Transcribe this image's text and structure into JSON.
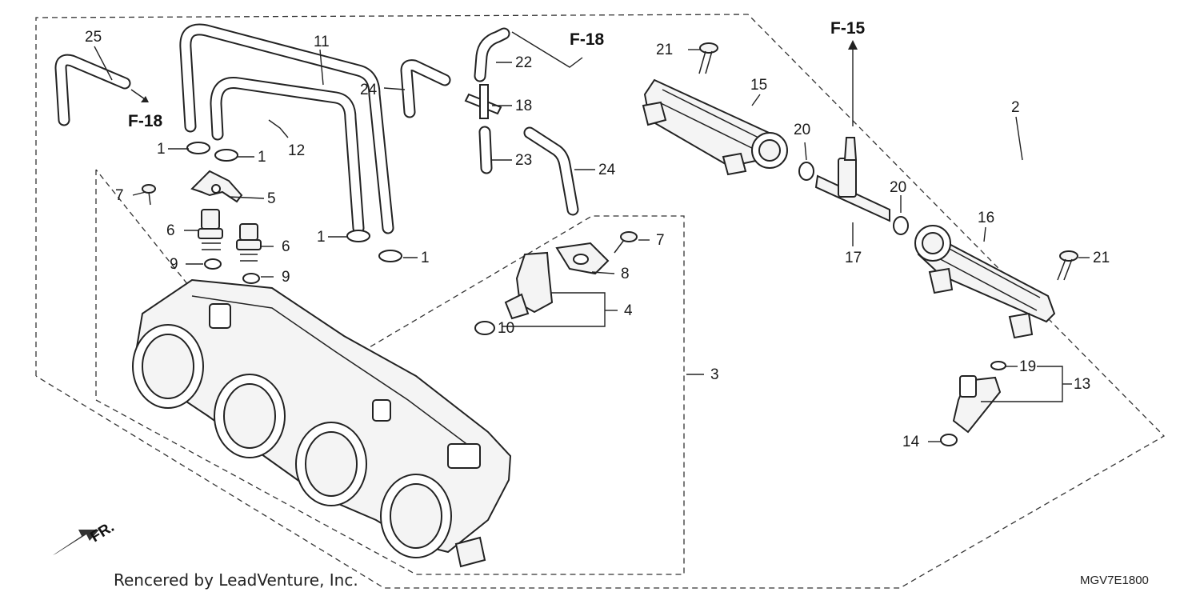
{
  "callouts": {
    "c1a": "1",
    "c1b": "1",
    "c1c": "1",
    "c1d": "1",
    "c2": "2",
    "c3": "3",
    "c4": "4",
    "c5": "5",
    "c6a": "6",
    "c6b": "6",
    "c7a": "7",
    "c7b": "7",
    "c8": "8",
    "c9a": "9",
    "c9b": "9",
    "c10": "10",
    "c11": "11",
    "c12": "12",
    "c13": "13",
    "c14": "14",
    "c15": "15",
    "c16": "16",
    "c17": "17",
    "c18": "18",
    "c19": "19",
    "c20a": "20",
    "c20b": "20",
    "c21a": "21",
    "c21b": "21",
    "c22": "22",
    "c23": "23",
    "c24a": "24",
    "c24b": "24",
    "c25": "25"
  },
  "references": {
    "f18_left": "F-18",
    "f18_top": "F-18",
    "f15": "F-15"
  },
  "front_label": "FR.",
  "credit": "Rencered by LeadVenture, Inc.",
  "diagram_code": "MGV7E1800"
}
